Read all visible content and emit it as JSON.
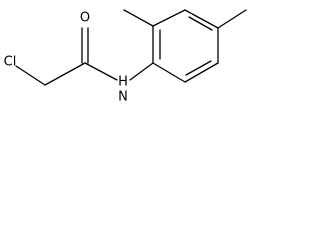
{
  "molecule": {
    "atoms": {
      "chlorine": "Cl",
      "oxygen": "O",
      "nitrogen_hydrogen": "H",
      "nitrogen": "N"
    }
  },
  "colors": {
    "bond": "#000000",
    "label": "#000000",
    "background": "#ffffff"
  }
}
